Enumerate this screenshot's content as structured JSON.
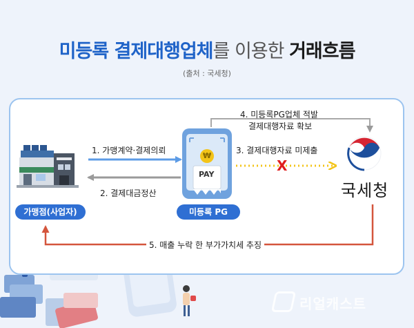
{
  "title": {
    "part1": "미등록 결제대행업체",
    "part2": "를 이용한 ",
    "part3": "거래흐름"
  },
  "source": "(출처 : 국세청)",
  "nodes": {
    "merchant": "가맹점(사업자)",
    "pg": "미등록 PG",
    "agency": "국세청",
    "pay_label": "PAY",
    "coin_symbol": "₩"
  },
  "steps": {
    "s1": "1. 가맹계약·결제의뢰",
    "s2": "2. 결제대금정산",
    "s3": "3. 결제대행자료 미제출",
    "s4_line1": "4. 미등록PG업체 적발",
    "s4_line2": "결제대행자료 확보",
    "s5": "5. 매출 누락 한 부가가치세 추징"
  },
  "blocked_mark": "X",
  "watermark": "리얼캐스트",
  "colors": {
    "blue": "#1f63c8",
    "arrow_blue": "#5c9be6",
    "arrow_grey": "#9a9a9a",
    "arrow_yellow": "#f3c419",
    "arrow_red": "#d4553c",
    "pill": "#2f6fd3",
    "x_red": "#e01f1f"
  }
}
